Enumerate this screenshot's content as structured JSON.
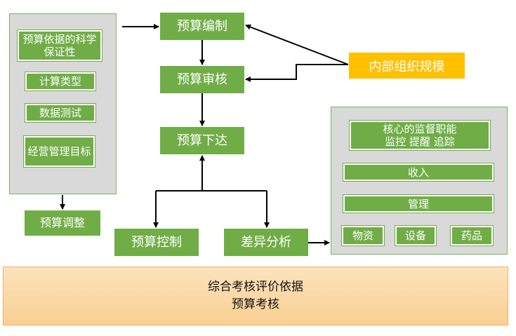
{
  "left_panel": {
    "items": [
      "预算依据的科学保证性",
      "计算类型",
      "数据测试",
      "经营管理目标"
    ]
  },
  "budget_adjust": "预算调整",
  "flow": {
    "compile": "预算编制",
    "review": "预算审核",
    "issue": "预算下达",
    "control": "预算控制",
    "variance": "差异分析"
  },
  "internal_scale": "内部组织规模",
  "right_panel": {
    "core": [
      "核心的监督职能",
      "监控 提醒 追踪"
    ],
    "income": "收入",
    "management": "管理",
    "materials": "物资",
    "equipment": "设备",
    "medicine": "药品"
  },
  "footer": {
    "line1": "综合考核评价依据",
    "line2": "预算考核"
  },
  "colors": {
    "green": "#70ad47",
    "orange": "#ffc000",
    "panel_gray": "#d9d9d9"
  }
}
